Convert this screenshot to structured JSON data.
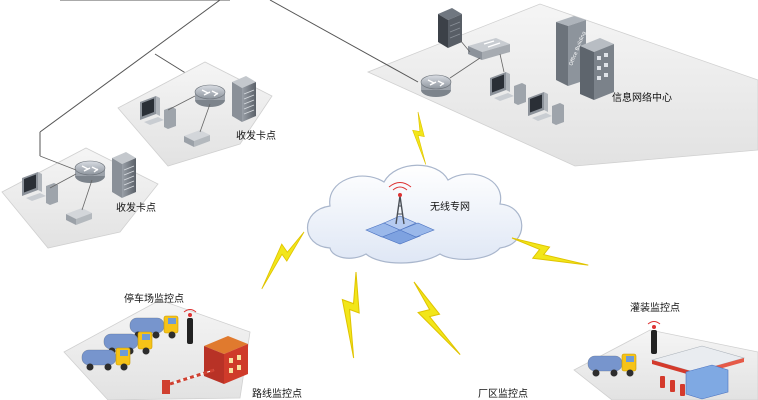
{
  "labels": {
    "info_center": "信息网络中心",
    "transceiver_1": "收发卡点",
    "transceiver_2": "收发卡点",
    "wireless_net": "无线专网",
    "parking_monitor": "停车场监控点",
    "road_monitor": "路线监控点",
    "factory_monitor": "厂区监控点",
    "filling_monitor": "灌装监控点",
    "office_building": "Office Building"
  },
  "colors": {
    "lightning": "#f2e61a",
    "platform": "#ececec",
    "cloud": "#f4f8ff",
    "truck_cab": "#f6c318",
    "tank_blue": "#3468c8",
    "building_red": "#cf3b2a"
  },
  "icons": [
    "router-icon",
    "server-icon",
    "switch-icon",
    "workstation-icon",
    "printer-icon",
    "antenna-tower-icon",
    "lightning-icon",
    "tanker-truck-icon",
    "office-building-icon"
  ]
}
